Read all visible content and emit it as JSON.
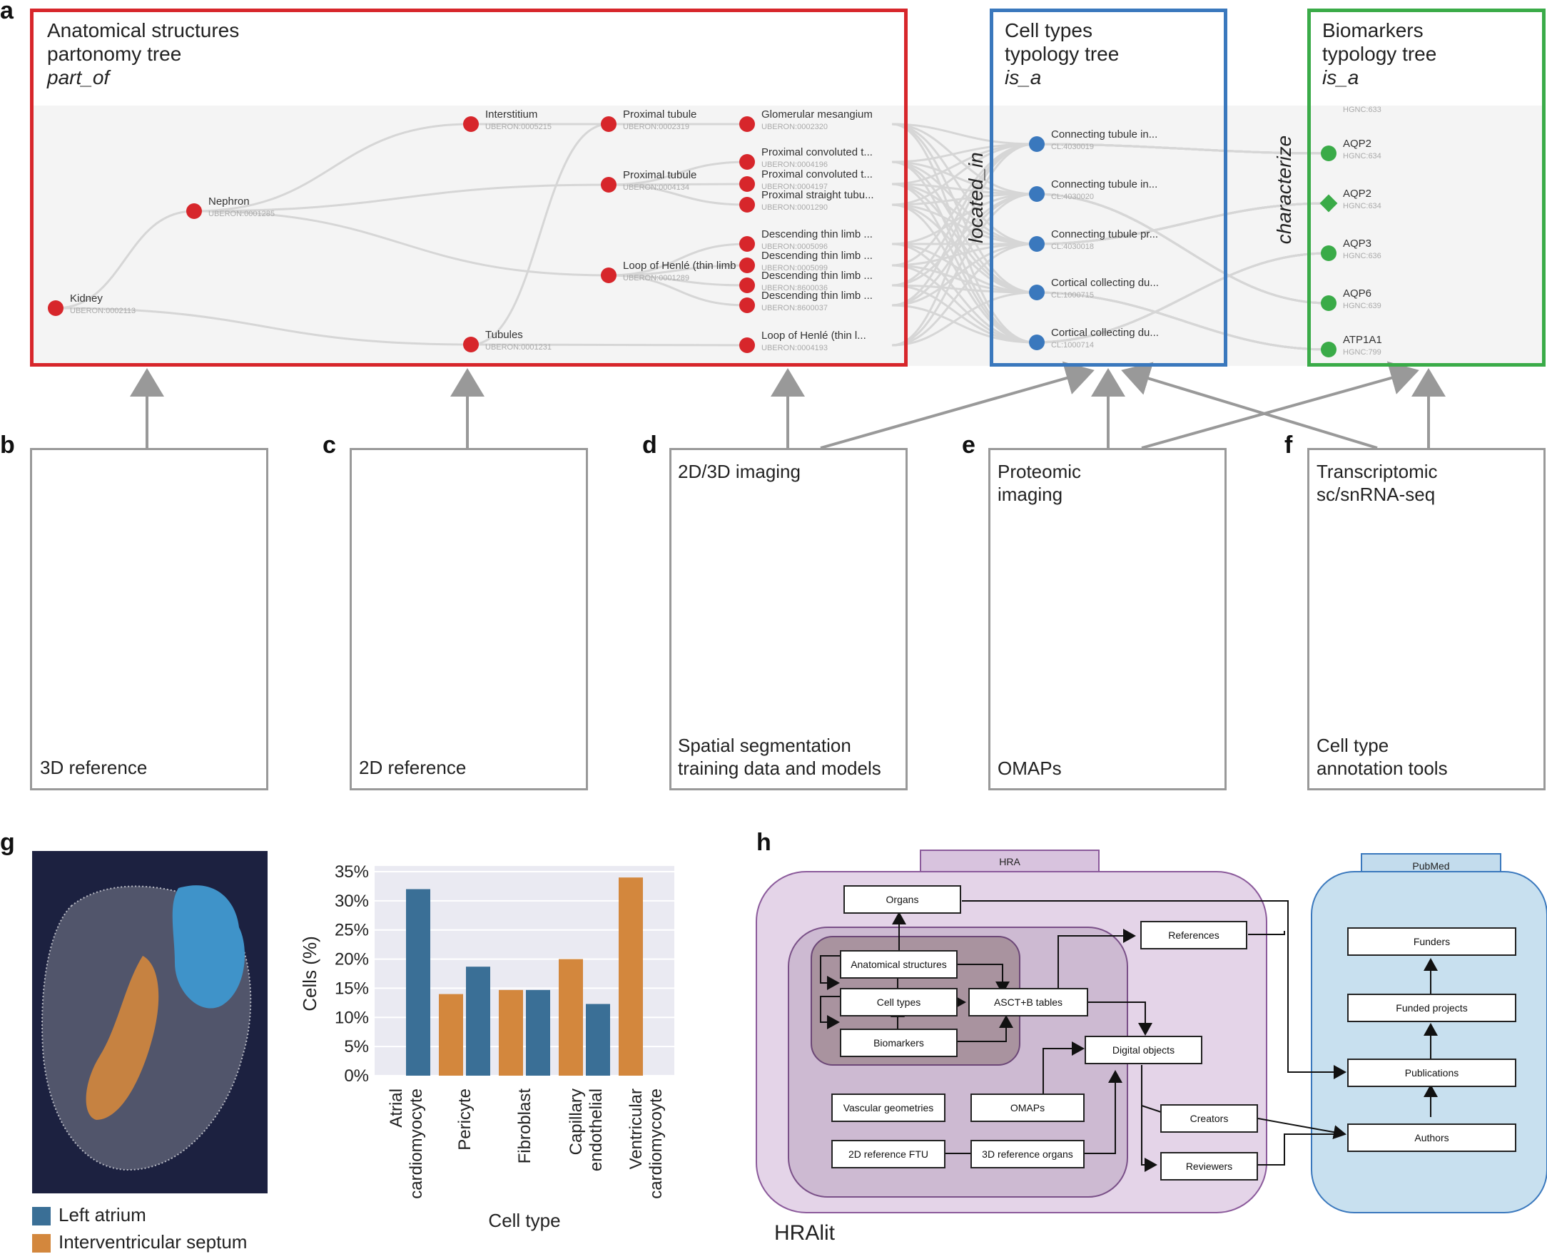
{
  "panel_letters": {
    "a": "a",
    "b": "b",
    "c": "c",
    "d": "d",
    "e": "e",
    "f": "f",
    "g": "g",
    "h": "h"
  },
  "panel_a": {
    "anatomical": {
      "title": "Anatomical structures\npartonomy tree",
      "relation": "part_of",
      "color": "#d7262b",
      "nodes": [
        {
          "label": "Kidney",
          "id": "UBERON:0002113"
        },
        {
          "label": "Nephron",
          "id": "UBERON:0001285"
        },
        {
          "label": "Interstitium",
          "id": "UBERON:0005215"
        },
        {
          "label": "Tubules",
          "id": "UBERON:0001231"
        },
        {
          "label": "Proximal tubule",
          "id": "UBERON:0002319"
        },
        {
          "label": "Proximal tubule",
          "id": "UBERON:0004134"
        },
        {
          "label": "Loop of Henlé (thin limb",
          "id": "UBERON:0001289"
        },
        {
          "label": "Glomerular mesangium",
          "id": "UBERON:0002320"
        },
        {
          "label": "Proximal convoluted t...",
          "id": "UBERON:0004196"
        },
        {
          "label": "Proximal convoluted t...",
          "id": "UBERON:0004197"
        },
        {
          "label": "Proximal straight tubu...",
          "id": "UBERON:0001290"
        },
        {
          "label": "Descending thin limb ...",
          "id": "UBERON:0005096"
        },
        {
          "label": "Descending thin limb ...",
          "id": "UBERON:0005099"
        },
        {
          "label": "Descending thin limb ...",
          "id": "UBERON:8600036"
        },
        {
          "label": "Descending thin limb ...",
          "id": "UBERON:8600037"
        },
        {
          "label": "Loop of Henlé (thin l...",
          "id": "UBERON:0004193"
        }
      ]
    },
    "located_in": "located_in",
    "characterize": "characterize",
    "celltypes": {
      "title": "Cell types\ntypology tree",
      "relation": "is_a",
      "color": "#3a78bd",
      "nodes": [
        {
          "label": "Connecting tubule in...",
          "id": "CL:4030019"
        },
        {
          "label": "Connecting tubule in...",
          "id": "CL:4030020"
        },
        {
          "label": "Connecting tubule pr...",
          "id": "CL:4030018"
        },
        {
          "label": "Cortical collecting du...",
          "id": "CL:1000715"
        },
        {
          "label": "Cortical collecting du...",
          "id": "CL:1000714"
        }
      ]
    },
    "biomarkers": {
      "title": "Biomarkers\ntypology tree",
      "relation": "is_a",
      "color": "#3aab48",
      "top_id": "HGNC:633",
      "nodes": [
        {
          "label": "AQP2",
          "id": "HGNC:634",
          "shape": "circle"
        },
        {
          "label": "AQP2",
          "id": "HGNC:634",
          "shape": "diamond"
        },
        {
          "label": "AQP3",
          "id": "HGNC:636",
          "shape": "circle"
        },
        {
          "label": "AQP6",
          "id": "HGNC:639",
          "shape": "circle"
        },
        {
          "label": "ATP1A1",
          "id": "HGNC:799",
          "shape": "circle"
        }
      ]
    }
  },
  "methods": {
    "b": {
      "top": "",
      "bottom": "3D reference"
    },
    "c": {
      "top": "",
      "bottom": "2D reference"
    },
    "d": {
      "top": "2D/3D imaging",
      "bottom": "Spatial segmentation\ntraining data and models"
    },
    "e": {
      "top": "Proteomic\nimaging",
      "bottom": "OMAPs"
    },
    "f": {
      "top": "Transcriptomic\nsc/snRNA-seq",
      "bottom": "Cell type\nannotation tools"
    }
  },
  "panel_g": {
    "legend": [
      {
        "label": "Left atrium",
        "color": "#3a6f96"
      },
      {
        "label": "Interventricular septum",
        "color": "#d3873d"
      }
    ],
    "colors": {
      "atrium": "#3f93c9",
      "septum": "#d3873d",
      "bg": "#1c2140"
    }
  },
  "chart_data": {
    "type": "bar",
    "xlabel": "Cell type",
    "ylabel": "Cells (%)",
    "ylim": [
      0,
      35
    ],
    "yticks": [
      "0%",
      "5%",
      "10%",
      "15%",
      "20%",
      "25%",
      "30%",
      "35%"
    ],
    "categories": [
      "Atrial\ncardiomyocyte",
      "Pericyte",
      "Fibroblast",
      "Capillary\nendothelial",
      "Ventricular\ncardiomycoyte"
    ],
    "series": [
      {
        "name": "Interventricular septum",
        "color": "#d3873d",
        "values": [
          0,
          14,
          14.7,
          20,
          34
        ]
      },
      {
        "name": "Left atrium",
        "color": "#3a6f96",
        "values": [
          32,
          18.7,
          14.7,
          12.3,
          0
        ]
      }
    ]
  },
  "panel_h": {
    "hra": "HRA",
    "pubmed": "PubMed",
    "hralit": "HRAlit",
    "boxes": {
      "organs": "Organs",
      "anatomical": "Anatomical structures",
      "celltypes": "Cell types",
      "biomarkers": "Biomarkers",
      "asctb": "ASCT+B tables",
      "references": "References",
      "digital": "Digital objects",
      "vascular": "Vascular geometries",
      "omaps": "OMAPs",
      "ftu": "2D reference FTU",
      "organs3d": "3D reference organs",
      "creators": "Creators",
      "reviewers": "Reviewers",
      "funders": "Funders",
      "funded": "Funded projects",
      "publications": "Publications",
      "authors": "Authors"
    }
  }
}
